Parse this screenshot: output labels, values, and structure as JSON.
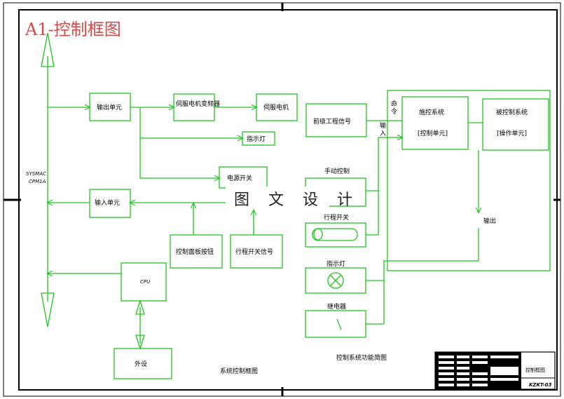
{
  "title": "A1-控制框图",
  "watermark": "图 文 设 计",
  "left": {
    "side_label_1": "SYSMAC",
    "side_label_2": "CPM1A",
    "output_unit": "输出单元",
    "servo_driver": "伺服电机变频器",
    "servo_motor": "伺服电机",
    "indicator": "指示灯",
    "power_switch": "电源开关",
    "input_unit": "输入单元",
    "control_panel": "控制面板按钮",
    "travel_signal": "行程开关信号",
    "cpu": "CPU",
    "peripheral": "外设",
    "caption": "系统控制框图"
  },
  "right": {
    "front_signal": "前级工程信号",
    "command": "命令",
    "input": "输入",
    "output": "输出",
    "control_system": "施控系统",
    "control_unit": "[控制单元]",
    "controlled_system": "被控制系统",
    "operation_unit": "[操作单元]",
    "manual_control": "手动控制",
    "travel_switch": "行程开关",
    "indicator": "指示灯",
    "relay": "继电器",
    "caption": "控制系统功能简图"
  },
  "title_block": {
    "name": "控制框图",
    "code": "KZKT-03"
  }
}
